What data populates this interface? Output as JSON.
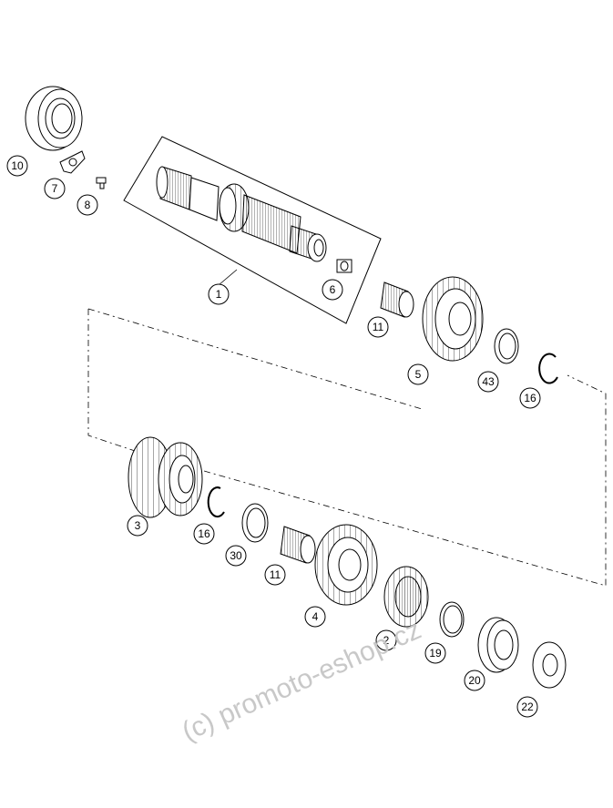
{
  "diagram": {
    "callouts": {
      "c10": "10",
      "c7": "7",
      "c8": "8",
      "c1": "1",
      "c6": "6",
      "c11a": "11",
      "c5": "5",
      "c43": "43",
      "c16a": "16",
      "c3": "3",
      "c16b": "16",
      "c30": "30",
      "c11b": "11",
      "c4": "4",
      "c2": "2",
      "c19": "19",
      "c20": "20",
      "c22": "22"
    },
    "watermark": "(c) promoto-eshop.cz"
  }
}
